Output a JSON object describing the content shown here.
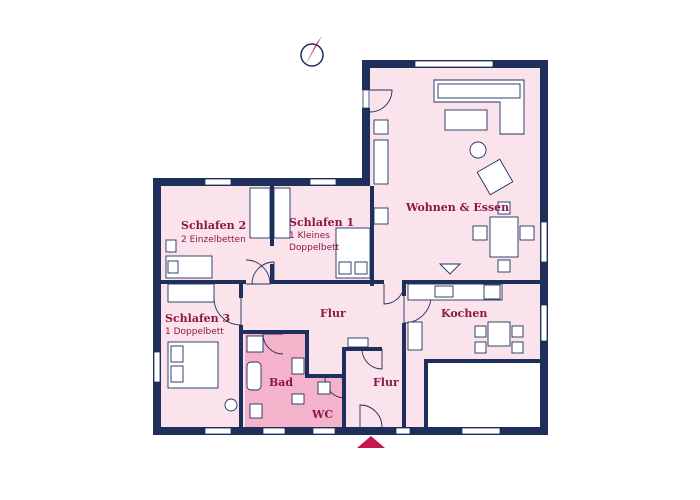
{
  "colors": {
    "wall": "#1f2f5c",
    "floor": "#fbe3ec",
    "wet_floor": "#f4b3cb",
    "furniture_stroke": "#1f2f5c",
    "furniture_fill": "#ffffff",
    "window": "#ffffff",
    "label": "#8b1747",
    "accent": "#c8174f",
    "garage": "#ffffff"
  },
  "icons": {
    "north_arrow": "compass-needle-icon",
    "entrance": "entrance-triangle-icon"
  },
  "rooms": {
    "wohnen": {
      "name": "Wohnen & Essen"
    },
    "schlafen1": {
      "name": "Schlafen 1",
      "detail_line1": "1 Kleines",
      "detail_line2": "Doppelbett"
    },
    "schlafen2": {
      "name": "Schlafen 2",
      "detail": "2 Einzelbetten"
    },
    "schlafen3": {
      "name": "Schlafen 3",
      "detail": "1 Doppelbett"
    },
    "flur_main": {
      "name": "Flur"
    },
    "flur_entry": {
      "name": "Flur"
    },
    "kochen": {
      "name": "Kochen"
    },
    "bad": {
      "name": "Bad"
    },
    "wc": {
      "name": "WC"
    }
  }
}
